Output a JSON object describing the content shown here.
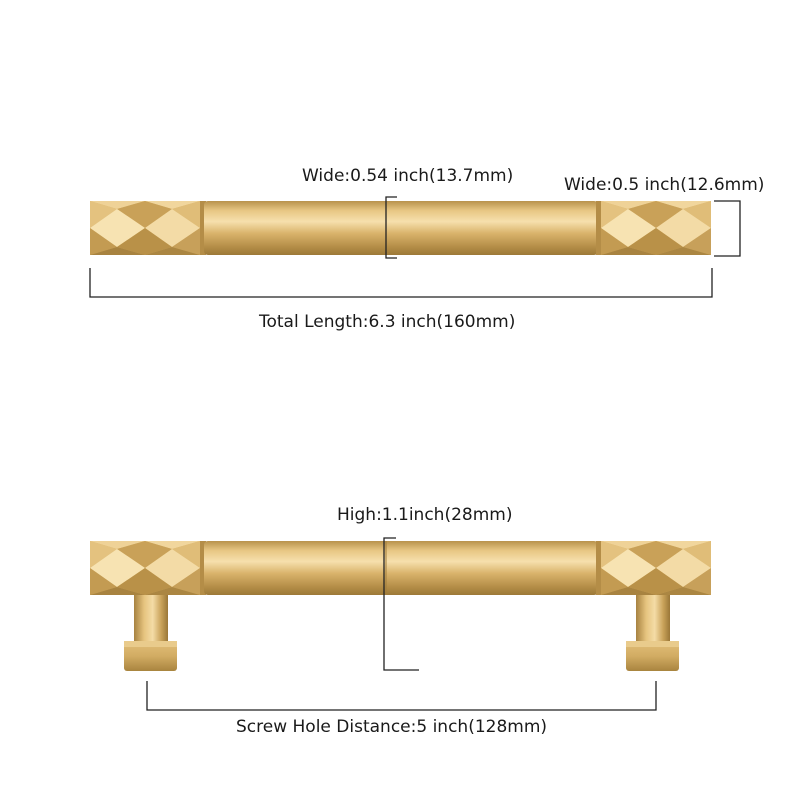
{
  "dimensions": {
    "bar_width": "Wide:0.54 inch(13.7mm)",
    "end_width": "Wide:0.5 inch(12.6mm)",
    "total_length": "Total Length:6.3 inch(160mm)",
    "height": "High:1.1inch(28mm)",
    "screw_hole_distance": "Screw Hole Distance:5 inch(128mm)"
  },
  "colors": {
    "brass_light": "#f3d79a",
    "brass_mid": "#d8b266",
    "brass_dark": "#a9843f",
    "dimension_line": "#222222"
  }
}
